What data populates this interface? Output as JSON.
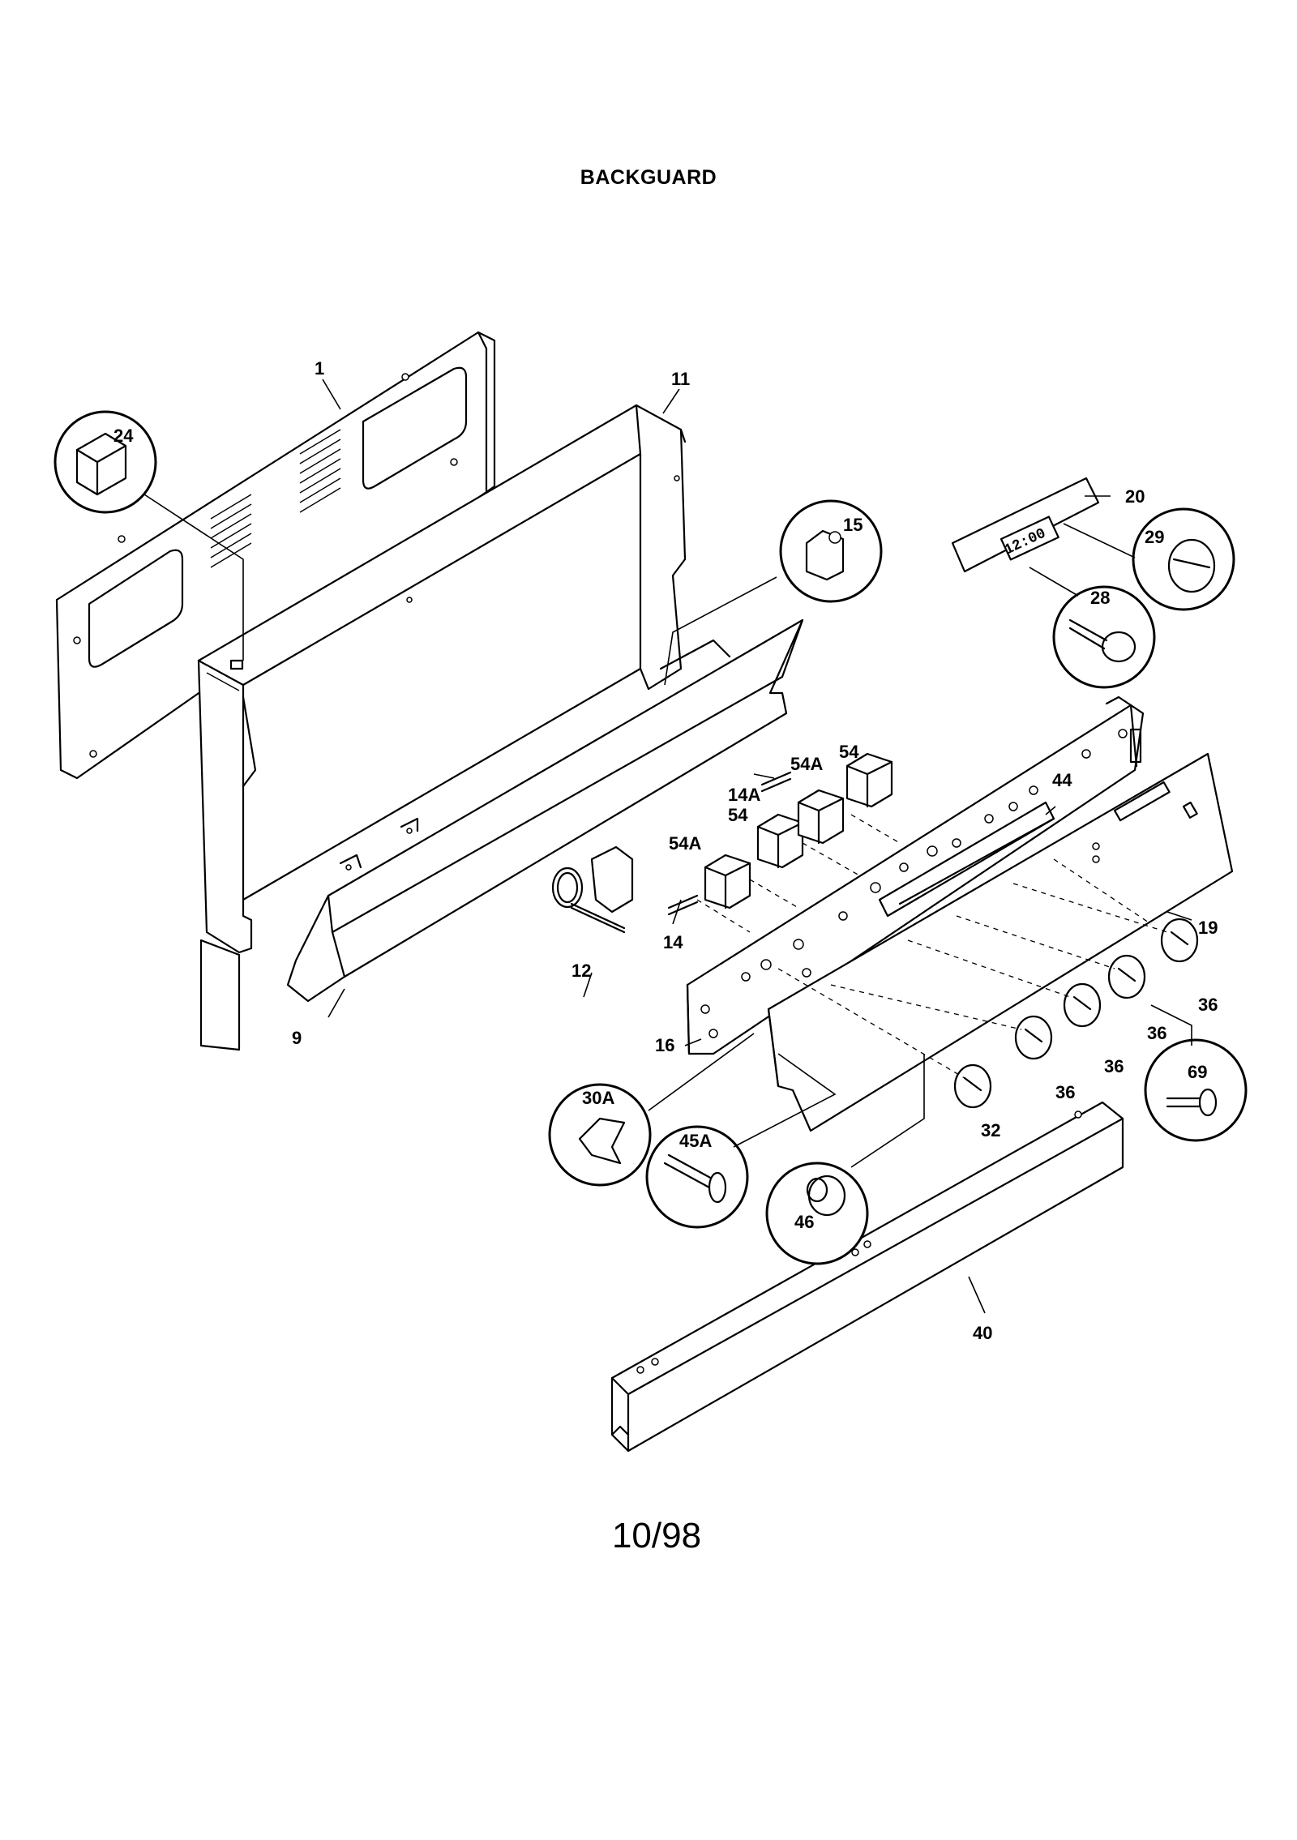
{
  "title": "BACKGUARD",
  "footer": "10/98",
  "callouts": {
    "p1": "1",
    "p11": "11",
    "p24": "24",
    "p15": "15",
    "p20": "20",
    "p29": "29",
    "p28": "28",
    "p54_a": "54",
    "p54A_a": "54A",
    "p14A": "14A",
    "p54_b": "54",
    "p54A_b": "54A",
    "p44": "44",
    "p14": "14",
    "p12": "12",
    "p19": "19",
    "p9": "9",
    "p16": "16",
    "p36_a": "36",
    "p36_b": "36",
    "p36_c": "36",
    "p36_d": "36",
    "p69": "69",
    "p30A": "30A",
    "p45A": "45A",
    "p32": "32",
    "p46": "46",
    "p40": "40"
  },
  "display_readout": "12:00",
  "colors": {
    "ink": "#000000",
    "paper": "#ffffff"
  }
}
